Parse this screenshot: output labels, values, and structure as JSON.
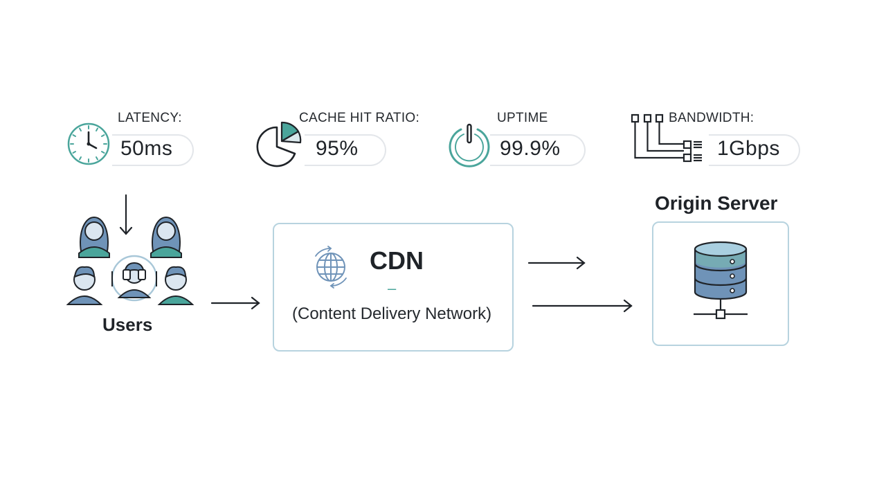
{
  "metrics": [
    {
      "label": "LATENCY:",
      "value": "50ms",
      "icon": "clock-icon"
    },
    {
      "label": "CACHE HIT RATIO:",
      "value": "95%",
      "icon": "pie-chart-icon"
    },
    {
      "label": "UPTIME",
      "value": "99.9%",
      "icon": "power-icon"
    },
    {
      "label": "BANDWIDTH:",
      "value": "1Gbps",
      "icon": "network-connections-icon"
    }
  ],
  "users": {
    "label": "Users",
    "icon": "users-group-icon"
  },
  "cdn": {
    "title": "CDN",
    "separator": "–",
    "subtitle": "(Content Delivery Network)",
    "icon": "globe-icon"
  },
  "origin": {
    "title": "Origin Server",
    "icon": "server-database-icon"
  },
  "colors": {
    "teal": "#4aa59b",
    "steel_blue": "#6f93b8",
    "box_border": "#b7d3df",
    "dark": "#1f2328"
  }
}
